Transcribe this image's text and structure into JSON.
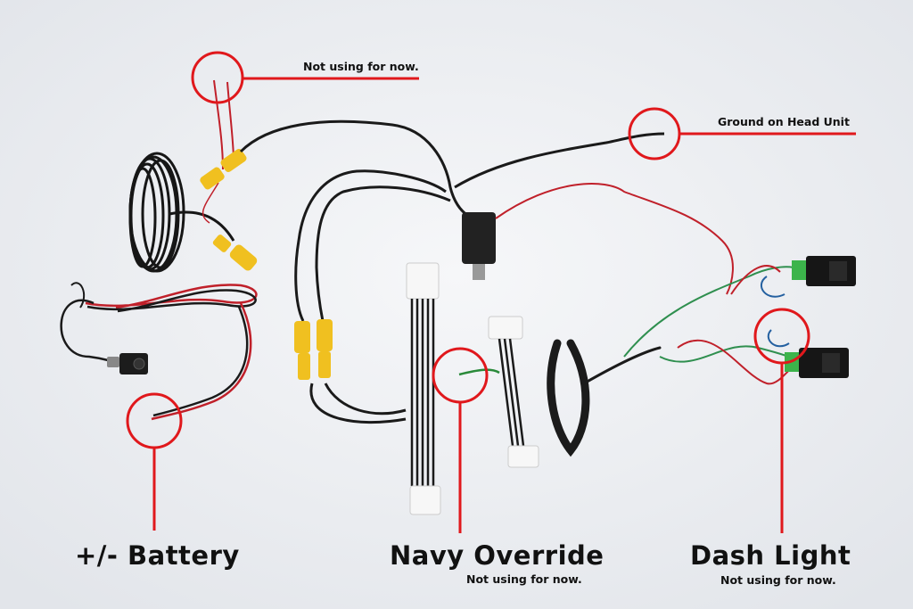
{
  "annotations": {
    "top_note": "Not using for now.",
    "ground_note": "Ground on Head Unit",
    "battery": {
      "title": "+/- Battery"
    },
    "navy": {
      "title": "Navy Override",
      "note": "Not using for now."
    },
    "dash": {
      "title": "Dash Light",
      "note": "Not using for now."
    }
  },
  "colors": {
    "callout": "#e0181c",
    "background": "#eef0f3",
    "wire_black": "#1a1a1a",
    "wire_red": "#c0202a",
    "rca_yellow": "#f0c020",
    "connector_white": "#f7f7f7",
    "switch_green": "#3cb44b"
  }
}
